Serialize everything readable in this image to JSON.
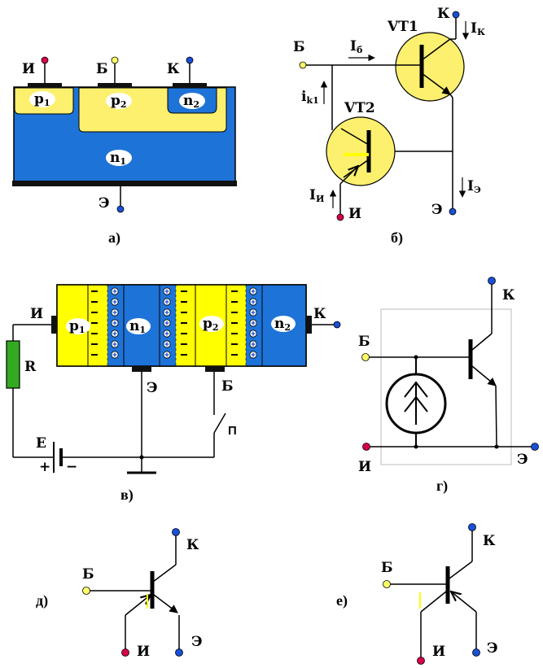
{
  "panel_a": {
    "caption": "а)",
    "terminals": {
      "i": "И",
      "b": "Б",
      "k": "К",
      "e": "Э"
    },
    "regions": {
      "p1": "p",
      "p1_sub": "1",
      "p2": "p",
      "p2_sub": "2",
      "n2": "n",
      "n2_sub": "2",
      "n1": "n",
      "n1_sub": "1"
    }
  },
  "panel_b": {
    "caption": "б)",
    "terminals": {
      "b": "Б",
      "k": "К",
      "e": "Э",
      "i": "И"
    },
    "transistors": {
      "vt1": "VT1",
      "vt2": "VT2"
    },
    "currents": {
      "ib": "I",
      "ib_sub": "б",
      "ik": "I",
      "ik_sub": "К",
      "ik1": "i",
      "ik1_sub": "k1",
      "ie": "I",
      "ie_sub": "Э",
      "ii": "I",
      "ii_sub": "И"
    }
  },
  "panel_v": {
    "caption": "в)",
    "terminals": {
      "i": "И",
      "k": "К",
      "e": "Э",
      "b": "Б"
    },
    "regions": {
      "p1": "p",
      "p1_sub": "1",
      "n1": "n",
      "n1_sub": "1",
      "p2": "p",
      "p2_sub": "2",
      "n2": "n",
      "n2_sub": "2"
    },
    "components": {
      "r": "R",
      "e": "E",
      "switch": "П",
      "plus": "+",
      "minus": "−"
    }
  },
  "panel_g": {
    "caption": "г)",
    "terminals": {
      "k": "К",
      "b": "Б",
      "i": "И",
      "e": "Э"
    }
  },
  "panel_d": {
    "caption": "д)",
    "terminals": {
      "b": "Б",
      "k": "К",
      "i": "И",
      "e": "Э"
    }
  },
  "panel_e": {
    "caption": "е)",
    "terminals": {
      "b": "Б",
      "k": "К",
      "i": "И",
      "e": "Э"
    }
  },
  "colors": {
    "n_blue": "#1e73d8",
    "p_yellow": "#fcf06e",
    "p_bright": "#ffff00",
    "terminal_red": "#d8004a",
    "terminal_blue": "#1a4fd6",
    "terminal_yellow": "#ffff66",
    "resistor_green": "#33aa22"
  }
}
